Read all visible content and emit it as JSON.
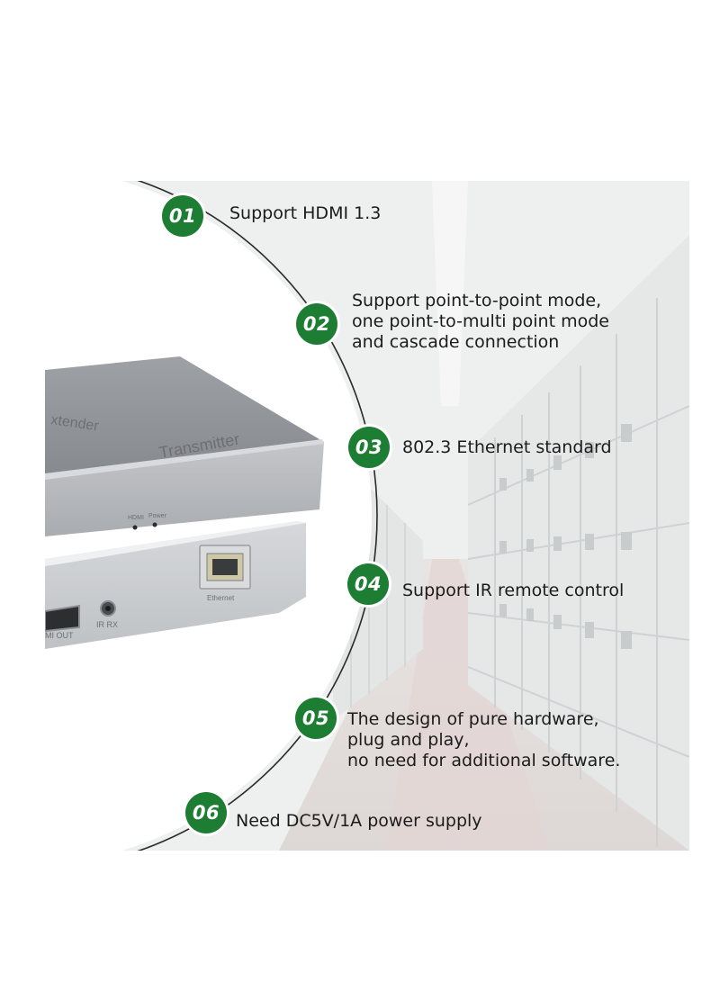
{
  "features": [
    {
      "number": "01",
      "lines": [
        "Support HDMI 1.3"
      ]
    },
    {
      "number": "02",
      "lines": [
        "Support point-to-point mode,",
        "one point-to-multi point mode",
        "and cascade connection"
      ]
    },
    {
      "number": "03",
      "lines": [
        "802.3 Ethernet standard"
      ]
    },
    {
      "number": "04",
      "lines": [
        "Support IR remote control"
      ]
    },
    {
      "number": "05",
      "lines": [
        "The design of pure hardware,",
        "plug and play,",
        "no need for additional software."
      ]
    },
    {
      "number": "06",
      "lines": [
        "Need DC5V/1A power supply"
      ]
    }
  ],
  "device": {
    "top_label_left": "xtender",
    "top_label_right": "Transmitter",
    "led_label_1": "HDMI",
    "led_label_2": "Power",
    "port_ethernet": "Ethernet",
    "port_ir": "IR RX",
    "port_hdmi": "MI OUT"
  },
  "colors": {
    "badge_green": "#1c7d33",
    "device_grey": "#8f9297",
    "arc_line": "#2a2a2a"
  }
}
